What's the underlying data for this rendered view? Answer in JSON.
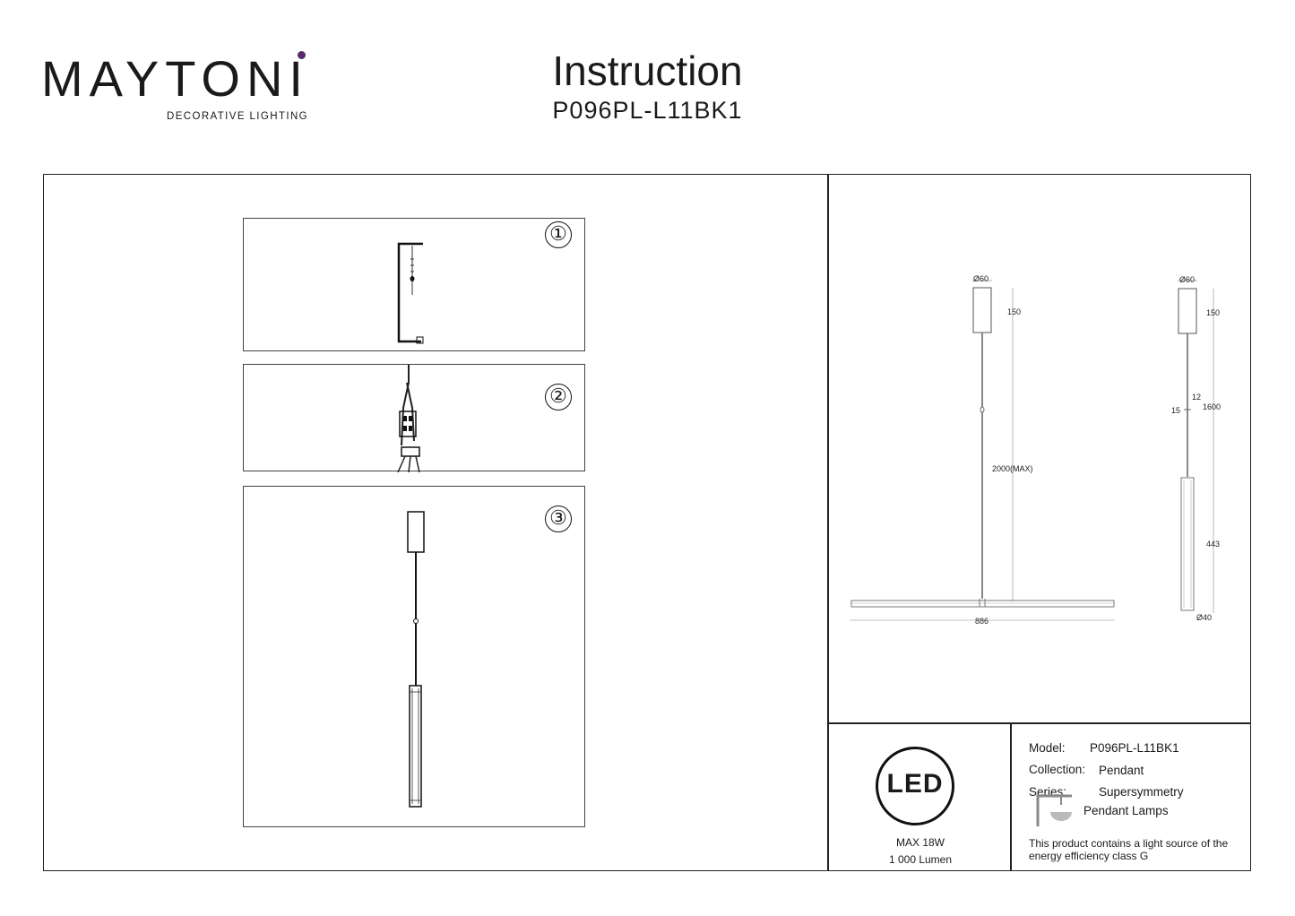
{
  "brand": {
    "name": "MAYTONI",
    "tagline": "DECORATIVE LIGHTING",
    "dot_color": "#5b2a6e"
  },
  "header": {
    "title": "Instruction",
    "model_code": "P096PL-L11BK1"
  },
  "steps": [
    {
      "number": "①"
    },
    {
      "number": "②"
    },
    {
      "number": "③"
    }
  ],
  "dimensions": {
    "front": {
      "canopy_diameter": "Ø60",
      "canopy_height": "150",
      "max_drop": "2000(MAX)",
      "width": "886"
    },
    "side": {
      "canopy_diameter": "Ø60",
      "canopy_height": "150",
      "total_height": "1600",
      "clip_height": "12",
      "clip_width": "15",
      "shade_length": "443",
      "shade_diameter": "Ø40"
    }
  },
  "led": {
    "icon_text": "LED",
    "power": "MAX 18W",
    "lumen": "1 000 Lumen"
  },
  "specs": {
    "model_label": "Model:",
    "model_value": "P096PL-L11BK1",
    "collection_label": "Collection:",
    "collection_value": "Pendant",
    "series_label": "Series:",
    "series_value": "Supersymmetry",
    "type_value": "Pendant Lamps",
    "energy_note": "This product contains a light source of the energy efficiency class G"
  }
}
